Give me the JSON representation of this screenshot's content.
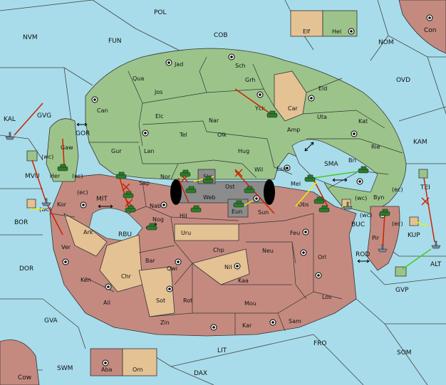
{
  "map": {
    "seas": [
      {
        "label": "POL"
      },
      {
        "label": "NVM"
      },
      {
        "label": "FUN"
      },
      {
        "label": "COB"
      },
      {
        "label": "NOM"
      },
      {
        "label": "Con"
      },
      {
        "label": "OVD"
      },
      {
        "label": "KAM"
      },
      {
        "label": "KAL"
      },
      {
        "label": "GVG"
      },
      {
        "label": "GOR"
      },
      {
        "label": "MVU"
      },
      {
        "label": "BOR"
      },
      {
        "label": "MIT"
      },
      {
        "label": "RBU"
      },
      {
        "label": "SMA"
      },
      {
        "label": "BUC"
      },
      {
        "label": "TEI"
      },
      {
        "label": "KUP"
      },
      {
        "label": "ALT"
      },
      {
        "label": "ROD"
      },
      {
        "label": "GVP"
      },
      {
        "label": "DOR"
      },
      {
        "label": "GVA"
      },
      {
        "label": "FRO"
      },
      {
        "label": "SOM"
      },
      {
        "label": "LIT"
      },
      {
        "label": "SWM"
      },
      {
        "label": "DAX"
      },
      {
        "label": "Cow"
      }
    ],
    "green_provinces": [
      {
        "label": "Jad"
      },
      {
        "label": "Sch"
      },
      {
        "label": "Qua"
      },
      {
        "label": "Grh"
      },
      {
        "label": "Jos"
      },
      {
        "label": "Can"
      },
      {
        "label": "Elc"
      },
      {
        "label": "Nar"
      },
      {
        "label": "Yck"
      },
      {
        "label": "Amp"
      },
      {
        "label": "Tel"
      },
      {
        "label": "Olk"
      },
      {
        "label": "Eld"
      },
      {
        "label": "Uta"
      },
      {
        "label": "Kat"
      },
      {
        "label": "Rie"
      },
      {
        "label": "Gur"
      },
      {
        "label": "Lan"
      },
      {
        "label": "Hug"
      },
      {
        "label": "Bri"
      },
      {
        "label": "Nor"
      },
      {
        "label": "Wil"
      },
      {
        "label": "Esm"
      },
      {
        "label": "Mel"
      },
      {
        "label": "Byn"
      },
      {
        "label": "Sap"
      },
      {
        "label": "Gaw"
      },
      {
        "label": "Her"
      },
      {
        "label": "Elf"
      },
      {
        "label": "Hel"
      }
    ],
    "tan_provinces": [
      {
        "label": "Car"
      },
      {
        "label": "Uru"
      },
      {
        "label": "Nil"
      },
      {
        "label": "Ark"
      },
      {
        "label": "Chr"
      },
      {
        "label": "Sot"
      },
      {
        "label": "Orn"
      }
    ],
    "grey_provinces": [
      {
        "label": "Skr"
      },
      {
        "label": "Ost"
      },
      {
        "label": "Web"
      },
      {
        "label": "Eun"
      }
    ],
    "red_provinces": [
      {
        "label": "Nab"
      },
      {
        "label": "Hil"
      },
      {
        "label": "Sun"
      },
      {
        "label": "Obs"
      },
      {
        "label": "Pir"
      },
      {
        "label": "Kor"
      },
      {
        "label": "Ver"
      },
      {
        "label": "Nog"
      },
      {
        "label": "Feu"
      },
      {
        "label": "Chp"
      },
      {
        "label": "Neu"
      },
      {
        "label": "Orl"
      },
      {
        "label": "Bar"
      },
      {
        "label": "Qwi"
      },
      {
        "label": "Ken"
      },
      {
        "label": "Kaa"
      },
      {
        "label": "Los"
      },
      {
        "label": "Ail"
      },
      {
        "label": "Rot"
      },
      {
        "label": "Mou"
      },
      {
        "label": "Zin"
      },
      {
        "label": "Kar"
      },
      {
        "label": "Sam"
      },
      {
        "label": "Aba"
      }
    ],
    "coast_labels": [
      "(wc)",
      "(ec)",
      "(ec)",
      "(wc)",
      "(wc)",
      "(wc)",
      "(ec)",
      "(ec)"
    ],
    "colors": {
      "sea": "#a8dcea",
      "green": "#9cc48a",
      "red": "#c48a80",
      "tan": "#e4c294",
      "grey": "#8c8c8c",
      "order_red": "#cc2200",
      "order_yellow": "#f0f000",
      "order_green": "#44cc22",
      "army_green": "#2e7a2e"
    }
  }
}
